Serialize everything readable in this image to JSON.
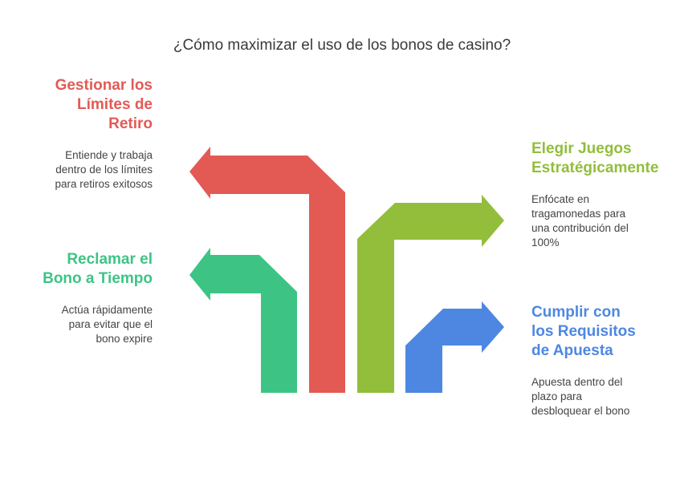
{
  "title": "¿Cómo maximizar el uso de los bonos de casino?",
  "colors": {
    "red": "#E35A55",
    "green": "#3DC485",
    "olive": "#92BE3C",
    "blue": "#4E87E2"
  },
  "items": [
    {
      "id": "retiro",
      "heading_lines": [
        "Gestionar los",
        "Límites de",
        "Retiro"
      ],
      "description_lines": [
        "Entiende y trabaja",
        "dentro de los límites",
        "para retiros exitosos"
      ],
      "color": "#E35A55",
      "direction": "left"
    },
    {
      "id": "tiempo",
      "heading_lines": [
        "Reclamar el",
        "Bono a Tiempo"
      ],
      "description_lines": [
        "Actúa rápidamente",
        "para evitar que el",
        "bono expire"
      ],
      "color": "#3DC485",
      "direction": "left"
    },
    {
      "id": "juegos",
      "heading_lines": [
        "Elegir Juegos",
        "Estratégicamente"
      ],
      "description_lines": [
        "Enfócate en",
        "tragamonedas para",
        "una contribución del",
        "100%"
      ],
      "color": "#92BE3C",
      "direction": "right"
    },
    {
      "id": "apuesta",
      "heading_lines": [
        "Cumplir con",
        "los Requisitos",
        "de Apuesta"
      ],
      "description_lines": [
        "Apuesta dentro del",
        "plazo para",
        "desbloquear el bono"
      ],
      "color": "#4E87E2",
      "direction": "right"
    }
  ]
}
